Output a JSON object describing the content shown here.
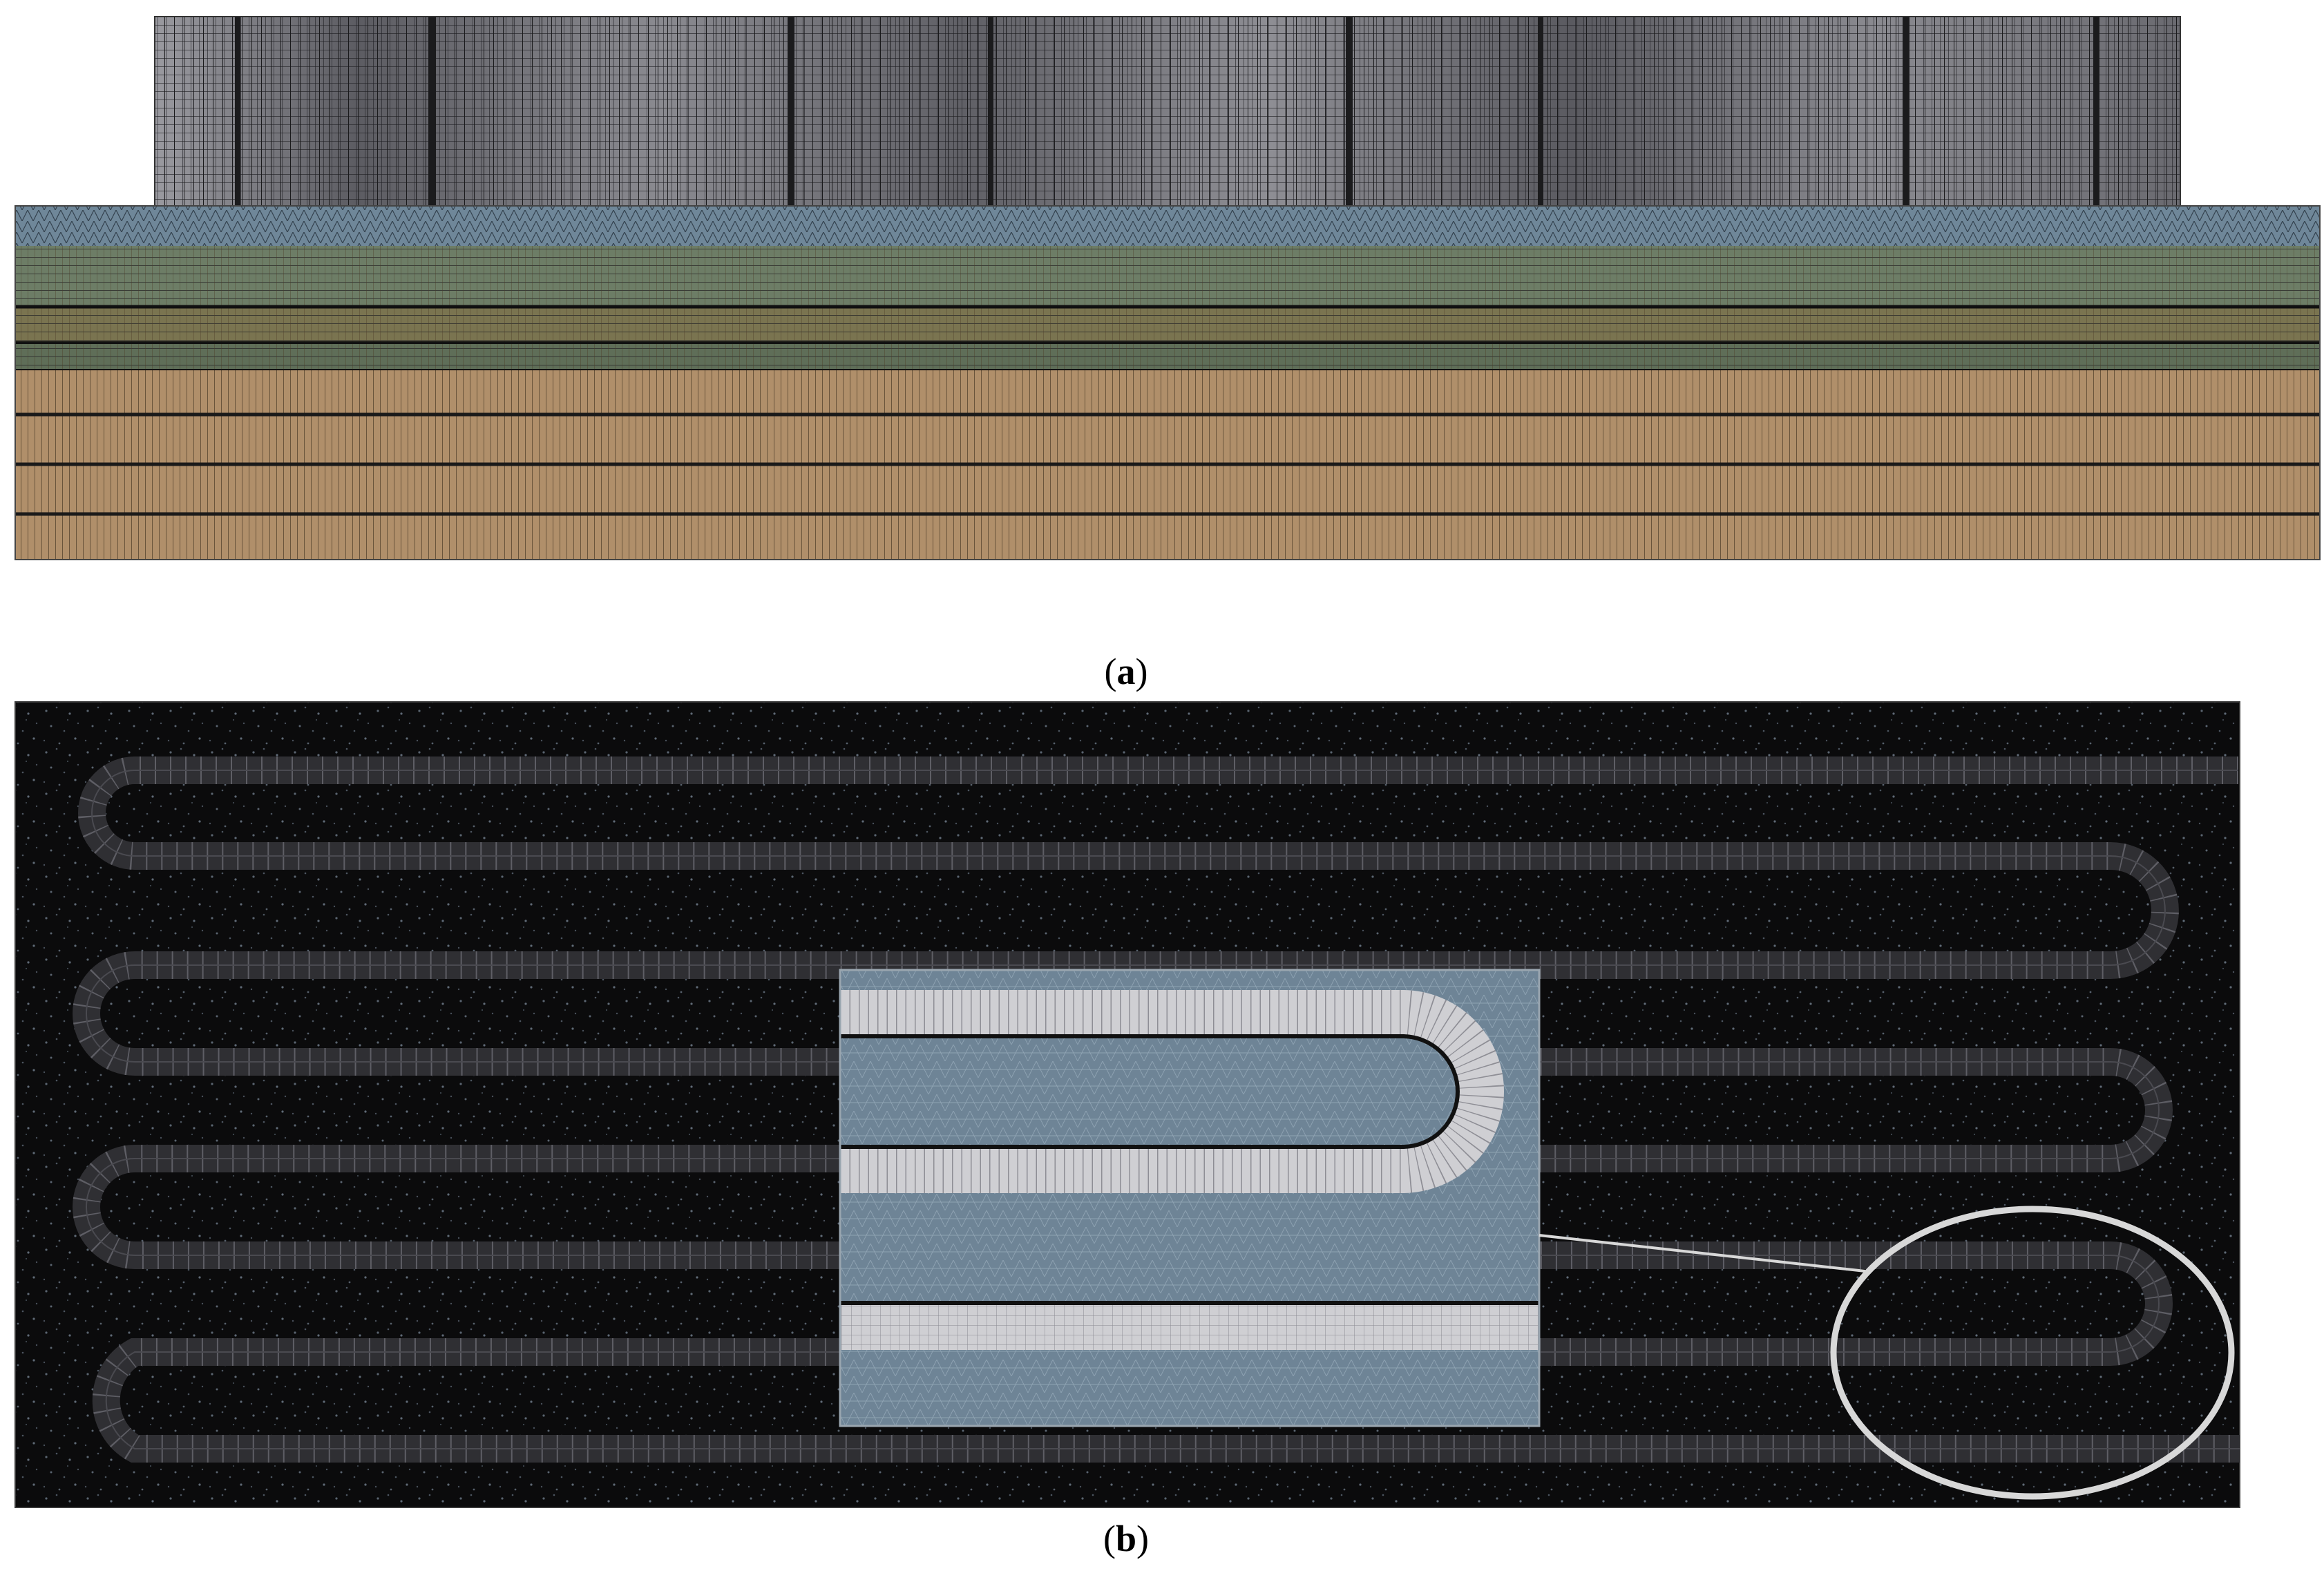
{
  "panels": [
    {
      "id": "a",
      "caption_open": "(",
      "caption_letter": "a",
      "caption_close": ")"
    },
    {
      "id": "b",
      "caption_open": "(",
      "caption_letter": "b",
      "caption_close": ")"
    }
  ],
  "colors": {
    "mesh_dark": "#2b2b2e",
    "mesh_light": "#c9c9cf",
    "layer_blue": "#6f8799",
    "layer_green": "#6d7d66",
    "layer_olive": "#7a7450",
    "soil_tan": "#b08f6a",
    "panel_b_bg": "#0a0a0a",
    "pipe_gray": "#3a3a3e",
    "inset_bg": "#6e8496",
    "inset_pipe": "#cfcfd3",
    "highlight_circle": "#d8d8d8"
  }
}
